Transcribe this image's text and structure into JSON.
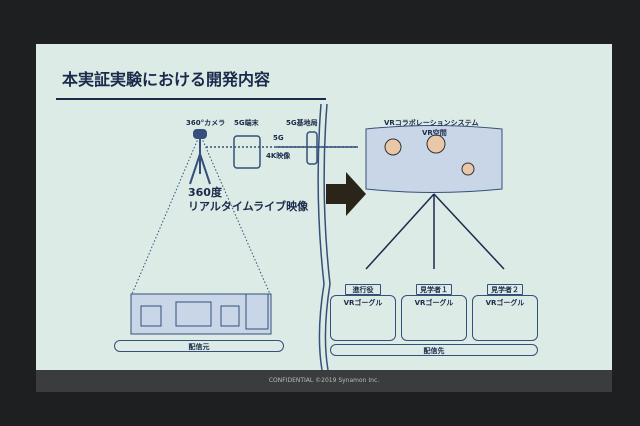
{
  "title": "本実証実験における開発内容",
  "camera": "360°カメラ",
  "terminal": "5G端末",
  "base_station": "5G基地局",
  "link_5g": "5G",
  "link_4k": "4K映像",
  "stream_line1": "360度",
  "stream_line2": "リアルタイムライブ映像",
  "vr_system": "VRコラボレーションシステム",
  "vr_space": "VR空間",
  "sender": "配信元",
  "receivers": "配信先",
  "participants": [
    {
      "role": "進行役",
      "device": "VRゴーグル"
    },
    {
      "role": "見学者１",
      "device": "VRゴーグル"
    },
    {
      "role": "見学者２",
      "device": "VRゴーグル"
    }
  ],
  "footer": "CONFIDENTIAL  ©2019 Synamon Inc."
}
